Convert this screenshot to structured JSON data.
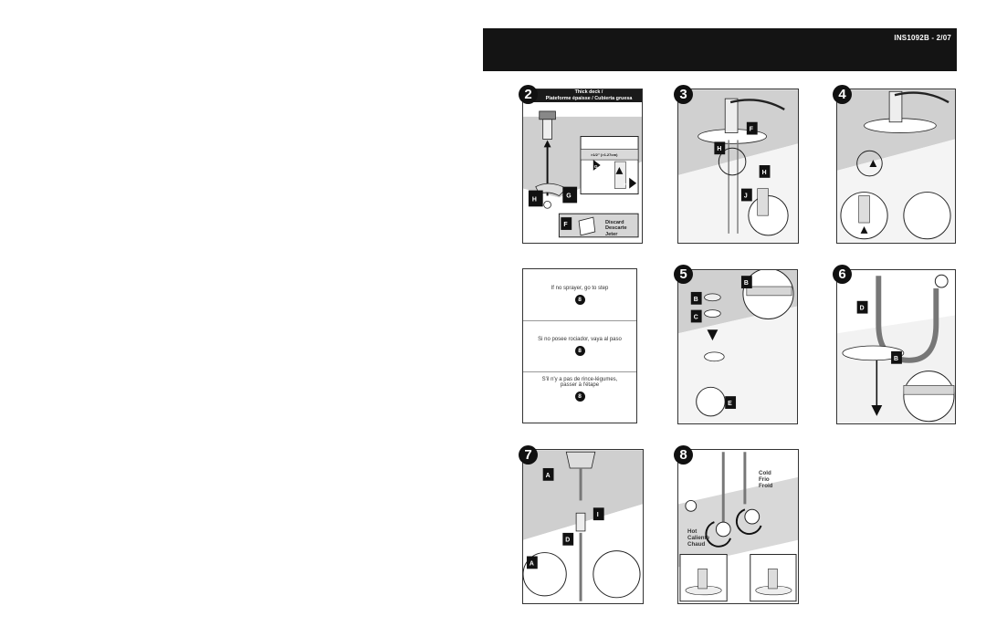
{
  "header": {
    "doc_code": "INS1092B - 2/07"
  },
  "steps": {
    "s2": {
      "number": "2",
      "title_line1": "Thick deck /",
      "title_line2": "Plateforme épaisse / Cubierta gruesa",
      "dimension": ">1/2\" (>1.27cm)",
      "discard_en": "Discard",
      "discard_fr": "Descarte",
      "discard_es": "Jeter"
    },
    "s3": {
      "number": "3"
    },
    "s4": {
      "number": "4"
    },
    "s5": {
      "number": "5"
    },
    "s6": {
      "number": "6"
    },
    "s7": {
      "number": "7"
    },
    "s8": {
      "number": "8",
      "cold_en": "Cold",
      "cold_es": "Frio",
      "cold_fr": "Froid",
      "hot_en": "Hot",
      "hot_es": "Caliente",
      "hot_fr": "Chaud"
    }
  },
  "sprayer_note": {
    "en": "If no sprayer, go to step",
    "es": "Si no posee rociador, vaya al paso",
    "fr_line1": "S'il n'y a pas de rince-légumes,",
    "fr_line2": "passer à l'étape",
    "step_ref": "8"
  },
  "part_letters": {
    "a": "A",
    "b": "B",
    "c": "C",
    "d": "D",
    "e": "E",
    "f": "F",
    "g": "G",
    "h": "H",
    "i": "I",
    "j": "J"
  }
}
